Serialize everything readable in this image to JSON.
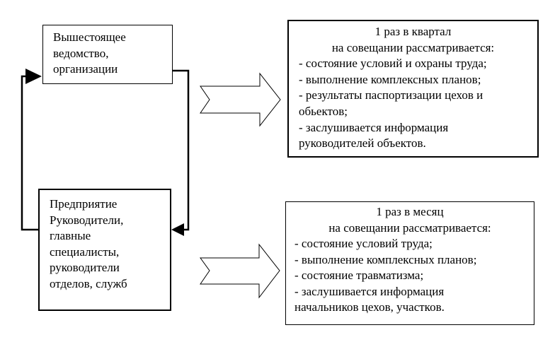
{
  "diagram": {
    "nodes": {
      "higher_authority": {
        "lines": [
          "Вышестоящее",
          "ведомство,",
          "организации"
        ]
      },
      "enterprise": {
        "lines": [
          "Предприятие",
          "Руководители,",
          "главные",
          "специалисты,",
          "руководители",
          "отделов, служб"
        ]
      },
      "quarterly_meeting": {
        "title": "1 раз в квартал",
        "subtitle": "на совещании рассматривается:",
        "lines": [
          "- состояние условий и охраны труда;",
          "- выполнение комплексных планов;",
          "- результаты паспортизации цехов и",
          "обьектов;",
          "- заслушивается информация",
          "руководителей объектов."
        ]
      },
      "monthly_meeting": {
        "title": "1 раз в месяц",
        "subtitle": "на совещании рассматривается:",
        "lines": [
          "- состояние условий труда;",
          "- выполнение комплексных планов;",
          "- состояние травматизма;",
          "- заслушивается информация",
          "начальников цехов, участков."
        ]
      }
    },
    "edges": [
      {
        "from": "higher_authority",
        "to": "enterprise",
        "type": "connector-arrow"
      },
      {
        "from": "enterprise",
        "to": "higher_authority",
        "type": "connector-arrow"
      },
      {
        "from": "higher_authority",
        "to": "quarterly_meeting",
        "type": "block-arrow"
      },
      {
        "from": "enterprise",
        "to": "monthly_meeting",
        "type": "block-arrow"
      }
    ]
  }
}
